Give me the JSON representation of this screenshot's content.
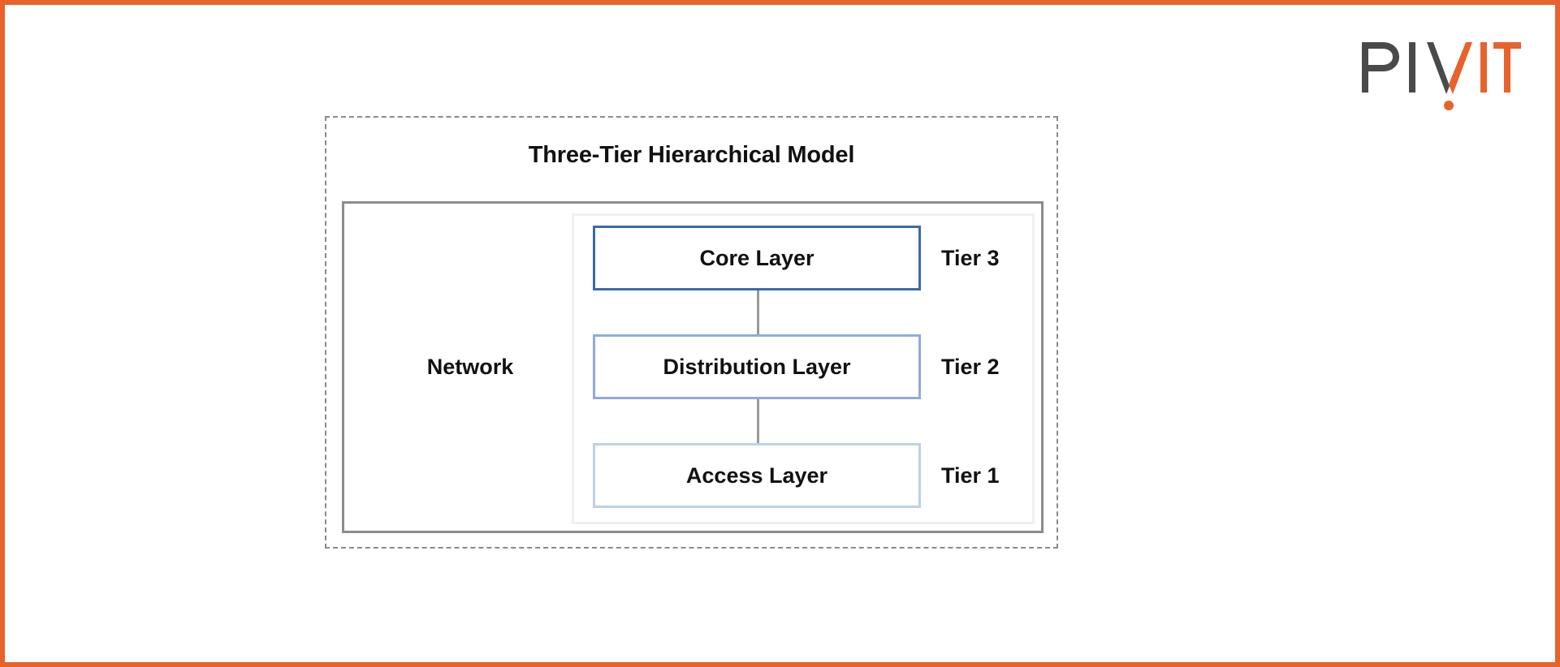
{
  "brand": {
    "logo_name": "pivit-logo",
    "logo_text_dark": "PIV",
    "logo_text_accent": "IT",
    "accent_color": "#e8622c",
    "dark_color": "#4a4a4a"
  },
  "frame": {
    "border_color": "#e8622c"
  },
  "diagram": {
    "title": "Three-Tier Hierarchical Model",
    "network_label": "Network",
    "outer_border_color": "#8a8a8a",
    "network_border_color": "#8c8c8c",
    "inner_border_color": "#f0f0f0",
    "connector_color": "#9a9a9a",
    "tiers": [
      {
        "layer": "Core Layer",
        "tier": "Tier 3",
        "border_color": "#3a6ab0"
      },
      {
        "layer": "Distribution Layer",
        "tier": "Tier 2",
        "border_color": "#8fabd8"
      },
      {
        "layer": "Access Layer",
        "tier": "Tier 1",
        "border_color": "#bdd0ea"
      }
    ]
  }
}
